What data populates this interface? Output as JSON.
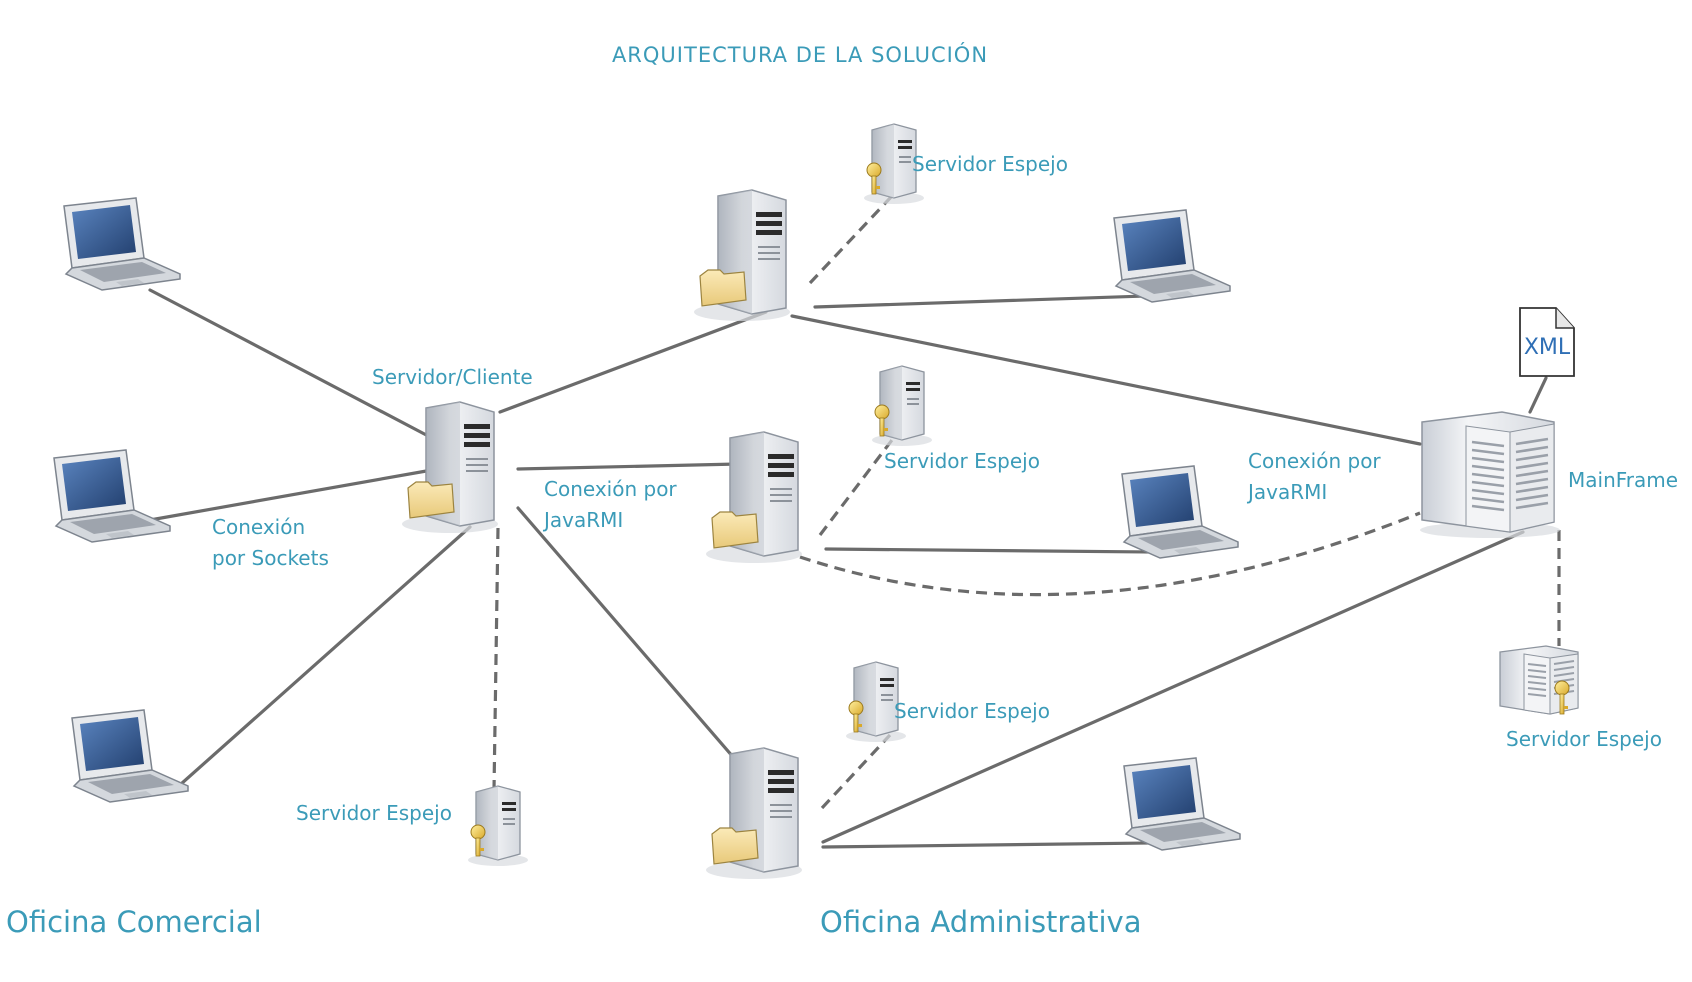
{
  "title": "ARQUITECTURA DE LA SOLUCIÓN",
  "labels": {
    "servidor_cliente": "Servidor/Cliente",
    "conexion_sockets_1": "Conexión",
    "conexion_sockets_2": "por Sockets",
    "conexion_rmi_left_1": "Conexión por",
    "conexion_rmi_left_2": "JavaRMI",
    "conexion_rmi_right_1": "Conexión por",
    "conexion_rmi_right_2": "JavaRMI",
    "mainframe": "MainFrame",
    "xml": "XML",
    "espejo_top": "Servidor Espejo",
    "espejo_mid": "Servidor Espejo",
    "espejo_low": "Servidor Espejo",
    "espejo_bottom_left": "Servidor Espejo",
    "espejo_mainframe": "Servidor Espejo",
    "oficina_comercial": "Oficina Comercial",
    "oficina_administrativa": "Oficina Administrativa"
  },
  "colors": {
    "label": "#3b9bb8",
    "link": "#6b6b6b",
    "screen": "#2e5a93"
  },
  "icons": [
    "laptop-icon",
    "server-tower-icon",
    "folder-icon",
    "key-icon",
    "mainframe-icon",
    "xml-document-icon"
  ]
}
